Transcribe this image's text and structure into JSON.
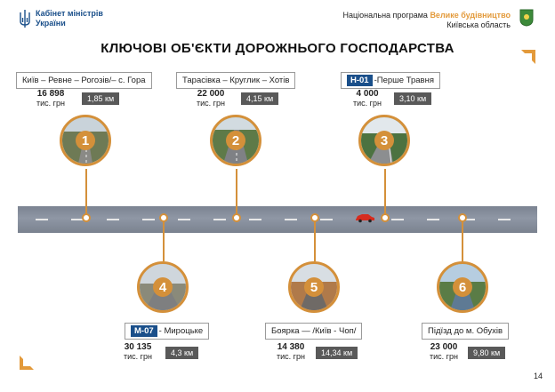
{
  "header": {
    "gov_line1": "Кабінет міністрів",
    "gov_line2": "України",
    "program_prefix": "Національна програма",
    "program_name": "Велике будівництво",
    "region": "Київська область"
  },
  "title": "КЛЮЧОВІ ОБ'ЄКТИ ДОРОЖНЬОГО ГОСПОДАРСТВА",
  "objects": [
    {
      "num": "1",
      "name": "Київ – Ревне – Рогозів/– с. Гора",
      "badge": "",
      "amount": "16 898",
      "unit": "тис. грн",
      "km": "1,85 км"
    },
    {
      "num": "2",
      "name": "Тарасівка  – Круглик  – Хотів",
      "badge": "",
      "amount": "22 000",
      "unit": "тис. грн",
      "km": "4,15 км"
    },
    {
      "num": "3",
      "name": "-Перше Травня",
      "badge": "Н-01",
      "amount": "4 000",
      "unit": "тис. грн",
      "km": "3,10 км"
    },
    {
      "num": "4",
      "name": "- Мироцьке",
      "badge": "М-07",
      "amount": "30 135",
      "unit": "тис. грн",
      "km": "4,3 км"
    },
    {
      "num": "5",
      "name": "Боярка — /Київ - Чоп/",
      "badge": "",
      "amount": "14 380",
      "unit": "тис. грн",
      "km": "14,34 км"
    },
    {
      "num": "6",
      "name": "Підїзд до м. Обухів",
      "badge": "",
      "amount": "23 000",
      "unit": "тис. грн",
      "km": "9,80 км"
    }
  ],
  "page_number": "14",
  "colors": {
    "accent": "#d4903a",
    "brand_blue": "#1a4f8a",
    "km_box": "#595959",
    "road": "#8a92a0"
  }
}
